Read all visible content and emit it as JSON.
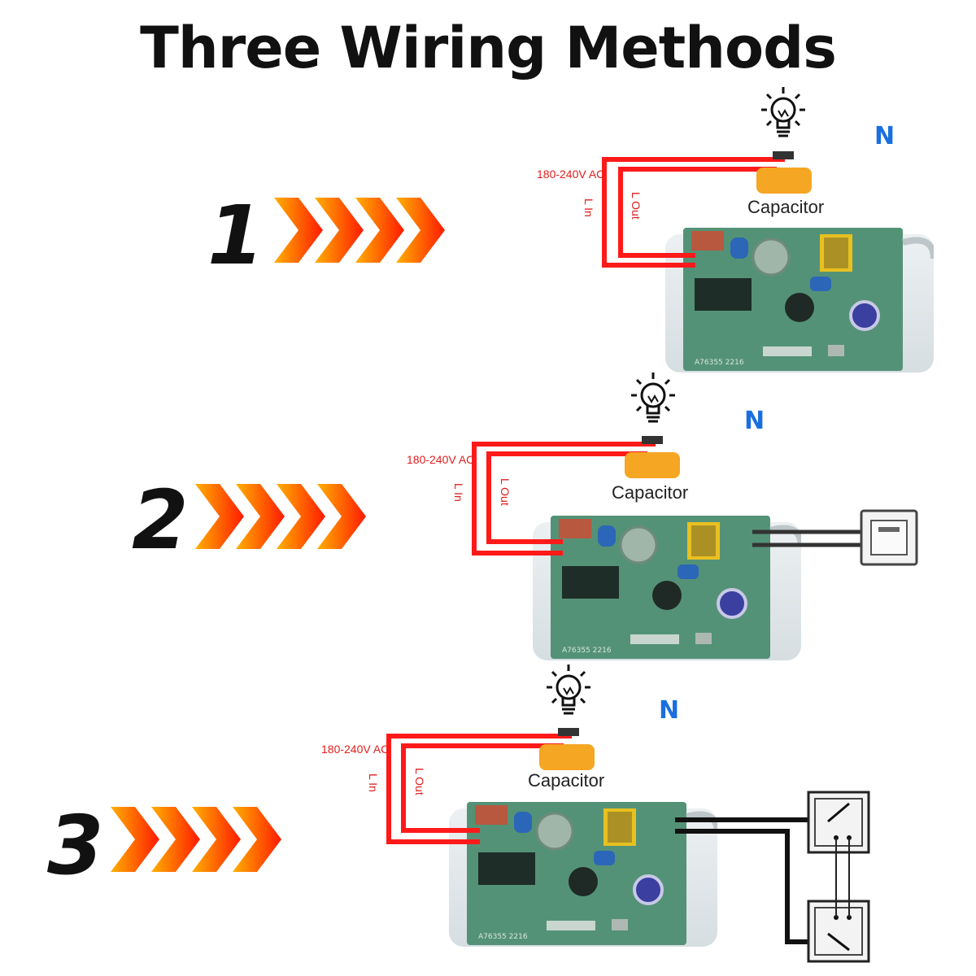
{
  "title": "Three Wiring Methods",
  "methods": [
    {
      "number": "1",
      "voltage": "180-240V AC",
      "l_in": "L In",
      "l_out": "L Out",
      "capacitor": "Capacitor",
      "neutral": "N"
    },
    {
      "number": "2",
      "voltage": "180-240V AC",
      "l_in": "L In",
      "l_out": "L Out",
      "capacitor": "Capacitor",
      "neutral": "N"
    },
    {
      "number": "3",
      "voltage": "180-240V AC",
      "l_in": "L In",
      "l_out": "L Out",
      "capacitor": "Capacitor",
      "neutral": "N"
    }
  ],
  "colors": {
    "live_wire": "#ff1a1a",
    "neutral_wire": "#1a6fe0",
    "capacitor": "#f5a623",
    "board": "#2f7a5a",
    "arrow_start": "#ffb000",
    "arrow_end": "#ff1a00"
  },
  "icons": [
    "light-bulb-icon",
    "chevron-arrows-icon",
    "wall-switch-icon",
    "two-way-switch-icon",
    "relay-module-board"
  ]
}
